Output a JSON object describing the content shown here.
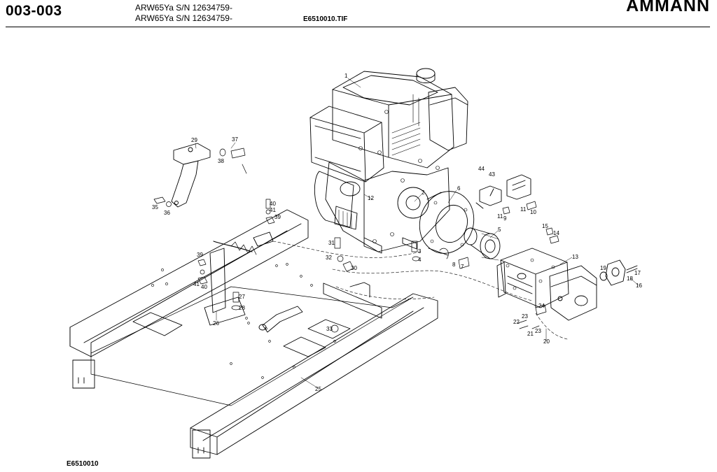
{
  "header": {
    "sheet_code": "003-003",
    "model_lines": [
      "ARW65Ya S/N 12634759-",
      "ARW65Ya S/N 12634759-"
    ],
    "file_name": "E6510010.TIF",
    "logo_text": "AMMANN"
  },
  "footer": {
    "drawing_code": "E6510010"
  },
  "callouts": [
    {
      "id": "c1",
      "label": "1"
    },
    {
      "id": "c2",
      "label": "2"
    },
    {
      "id": "c3",
      "label": "3"
    },
    {
      "id": "c4",
      "label": "4"
    },
    {
      "id": "c5",
      "label": "5"
    },
    {
      "id": "c6",
      "label": "6"
    },
    {
      "id": "c7",
      "label": "7"
    },
    {
      "id": "c8",
      "label": "8"
    },
    {
      "id": "c9",
      "label": "9"
    },
    {
      "id": "c10",
      "label": "10"
    },
    {
      "id": "c11a",
      "label": "11"
    },
    {
      "id": "c11b",
      "label": "11"
    },
    {
      "id": "c12",
      "label": "12"
    },
    {
      "id": "c13",
      "label": "13"
    },
    {
      "id": "c14",
      "label": "14"
    },
    {
      "id": "c15",
      "label": "15"
    },
    {
      "id": "c16",
      "label": "16"
    },
    {
      "id": "c17",
      "label": "17"
    },
    {
      "id": "c18",
      "label": "18"
    },
    {
      "id": "c19",
      "label": "19"
    },
    {
      "id": "c20",
      "label": "20"
    },
    {
      "id": "c21",
      "label": "21"
    },
    {
      "id": "c22",
      "label": "22"
    },
    {
      "id": "c23a",
      "label": "23"
    },
    {
      "id": "c23b",
      "label": "23"
    },
    {
      "id": "c24",
      "label": "24"
    },
    {
      "id": "c25",
      "label": "25"
    },
    {
      "id": "c26",
      "label": "26"
    },
    {
      "id": "c27",
      "label": "27"
    },
    {
      "id": "c28",
      "label": "28"
    },
    {
      "id": "c29",
      "label": "29"
    },
    {
      "id": "c30",
      "label": "30"
    },
    {
      "id": "c31",
      "label": "31"
    },
    {
      "id": "c32",
      "label": "32"
    },
    {
      "id": "c33",
      "label": "33"
    },
    {
      "id": "c35",
      "label": "35"
    },
    {
      "id": "c36",
      "label": "36"
    },
    {
      "id": "c37",
      "label": "37"
    },
    {
      "id": "c38",
      "label": "38"
    },
    {
      "id": "c39a",
      "label": "39"
    },
    {
      "id": "c39b",
      "label": "39"
    },
    {
      "id": "c40a",
      "label": "40"
    },
    {
      "id": "c40b",
      "label": "40"
    },
    {
      "id": "c41a",
      "label": "41"
    },
    {
      "id": "c41b",
      "label": "41"
    },
    {
      "id": "c43",
      "label": "43"
    },
    {
      "id": "c44",
      "label": "44"
    }
  ]
}
